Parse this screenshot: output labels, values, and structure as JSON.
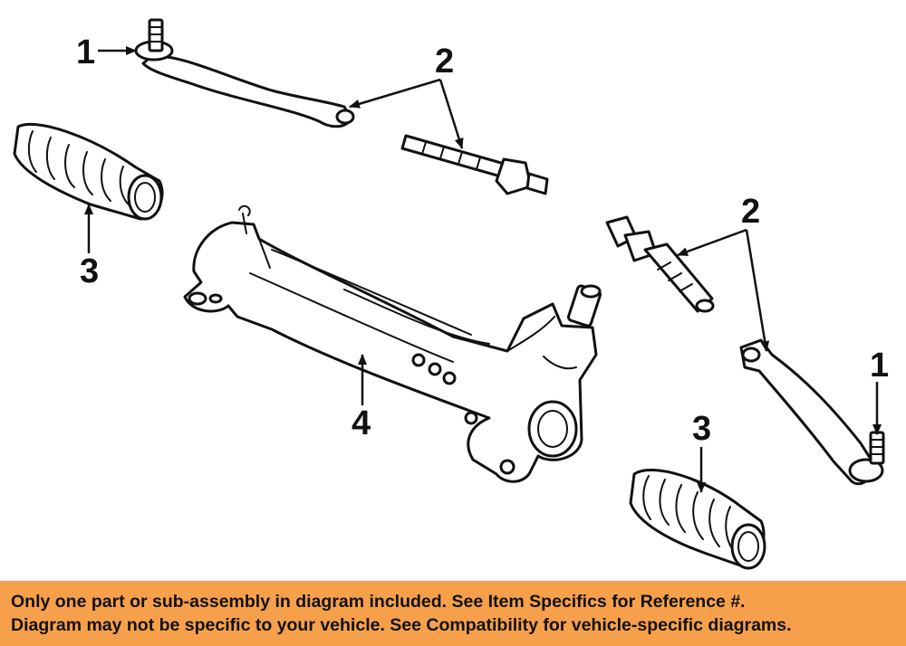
{
  "callouts": [
    "1",
    "2",
    "3",
    "4"
  ],
  "banner": {
    "line1": "Only one part or sub-assembly in diagram included. See Item Specifics for Reference #.",
    "line2": "Diagram may not be specific to your vehicle. See Compatibility for vehicle-specific diagrams.",
    "background": "#f7a04b"
  }
}
